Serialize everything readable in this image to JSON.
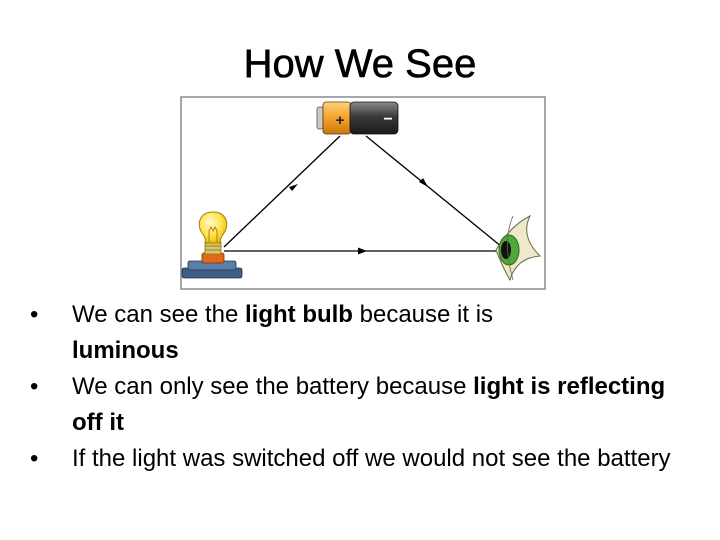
{
  "title": "How We See",
  "diagram": {
    "battery_plus": "+",
    "battery_minus": "−",
    "colors": {
      "frame": "#8a8a8a",
      "ray": "#000000",
      "battery_body": "#3a3a3a",
      "battery_cap": "#f2a12a",
      "bulb_glass": "#ffe04a",
      "bulb_base": "#e06a18",
      "stand": "#3c5e86",
      "eye_iris": "#4fa838"
    }
  },
  "bullets": [
    {
      "bullet": "•",
      "parts": [
        {
          "text": "We can see the ",
          "bold": false
        },
        {
          "text": "light bulb",
          "bold": true
        },
        {
          "text": " because it is ",
          "bold": false
        },
        {
          "text": "luminous",
          "bold": true
        }
      ]
    },
    {
      "bullet": "•",
      "parts": [
        {
          "text": "We can only see the battery because ",
          "bold": false
        },
        {
          "text": "light is reflecting off it",
          "bold": true
        }
      ]
    },
    {
      "bullet": "•",
      "parts": [
        {
          "text": "If the light was switched off we would not see the battery",
          "bold": false
        }
      ]
    }
  ]
}
